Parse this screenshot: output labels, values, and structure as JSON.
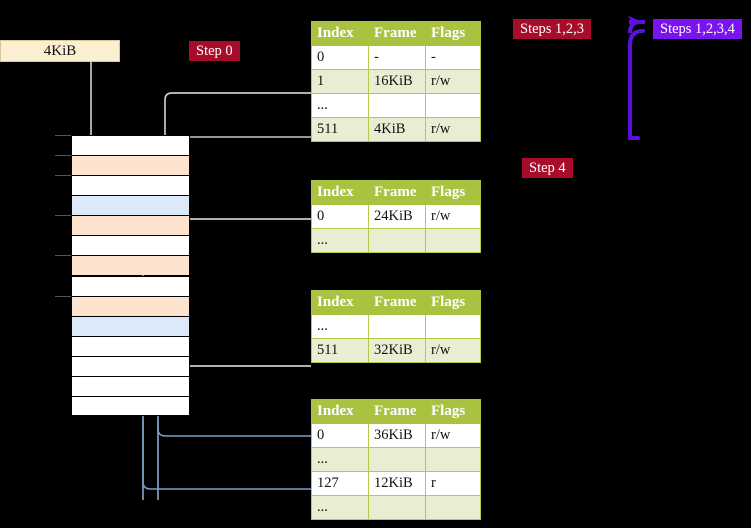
{
  "diagram": {
    "title": "multi-level-page-table-walk",
    "background": "#000000",
    "colors": {
      "table_header": "#a9c23f",
      "table_alt_row": "#e9eed2",
      "table_highlight": "#fbf7b6",
      "badge_red": "#a80c2b",
      "badge_violet": "#7b12f0",
      "size_box": "#fcf0d3",
      "mem_orange": "#fde3cd",
      "mem_blue": "#dce9f8",
      "grey_arrow": "#c9c9c9",
      "blue_arrow": "#4a78b4",
      "purple_arrow": "#5c10e0"
    }
  },
  "size_box": {
    "label": "4KiB"
  },
  "badges": {
    "step0": "Step 0",
    "steps123": "Steps 1,2,3",
    "steps1234": "Steps 1,2,3,4",
    "step4": "Step 4"
  },
  "tables": [
    {
      "name": "pml4-table",
      "headers": [
        "Index",
        "Frame",
        "Flags"
      ],
      "rows": [
        {
          "style": "plain",
          "highlight": false,
          "cells": [
            "0",
            "-",
            "-"
          ]
        },
        {
          "style": "alt",
          "highlight": false,
          "cells": [
            "1",
            "16KiB",
            "r/w"
          ]
        },
        {
          "style": "plain",
          "highlight": false,
          "cells": [
            "...",
            "",
            ""
          ]
        },
        {
          "style": "alt",
          "highlight": true,
          "cells": [
            "511",
            "4KiB",
            "r/w"
          ]
        }
      ]
    },
    {
      "name": "pdp-table",
      "headers": [
        "Index",
        "Frame",
        "Flags"
      ],
      "rows": [
        {
          "style": "plain",
          "highlight": false,
          "cells": [
            "0",
            "24KiB",
            "r/w"
          ]
        },
        {
          "style": "alt",
          "highlight": false,
          "cells": [
            "...",
            "",
            ""
          ]
        }
      ]
    },
    {
      "name": "pd-table",
      "headers": [
        "Index",
        "Frame",
        "Flags"
      ],
      "rows": [
        {
          "style": "plain",
          "highlight": false,
          "cells": [
            "...",
            "",
            ""
          ]
        },
        {
          "style": "alt",
          "highlight": false,
          "cells": [
            "511",
            "32KiB",
            "r/w"
          ]
        }
      ]
    },
    {
      "name": "pt-table",
      "headers": [
        "Index",
        "Frame",
        "Flags"
      ],
      "rows": [
        {
          "style": "plain",
          "highlight": false,
          "cells": [
            "0",
            "36KiB",
            "r/w"
          ]
        },
        {
          "style": "alt",
          "highlight": false,
          "cells": [
            "...",
            "",
            ""
          ]
        },
        {
          "style": "plain",
          "highlight": false,
          "cells": [
            "127",
            "12KiB",
            "r"
          ]
        },
        {
          "style": "alt",
          "highlight": false,
          "cells": [
            "...",
            "",
            ""
          ]
        }
      ]
    }
  ],
  "memory_column": {
    "name": "physical-memory-frames",
    "frames": [
      {
        "fill": "white"
      },
      {
        "fill": "orange"
      },
      {
        "fill": "white"
      },
      {
        "fill": "blue"
      },
      {
        "fill": "orange"
      },
      {
        "fill": "white"
      },
      {
        "fill": "orange"
      },
      {
        "fill": "white"
      },
      {
        "fill": "orange"
      },
      {
        "fill": "blue"
      },
      {
        "fill": "white"
      },
      {
        "fill": "white"
      },
      {
        "fill": "white"
      },
      {
        "fill": "white"
      }
    ],
    "tick_rows": [
      0,
      1,
      2,
      4,
      6,
      8
    ]
  }
}
